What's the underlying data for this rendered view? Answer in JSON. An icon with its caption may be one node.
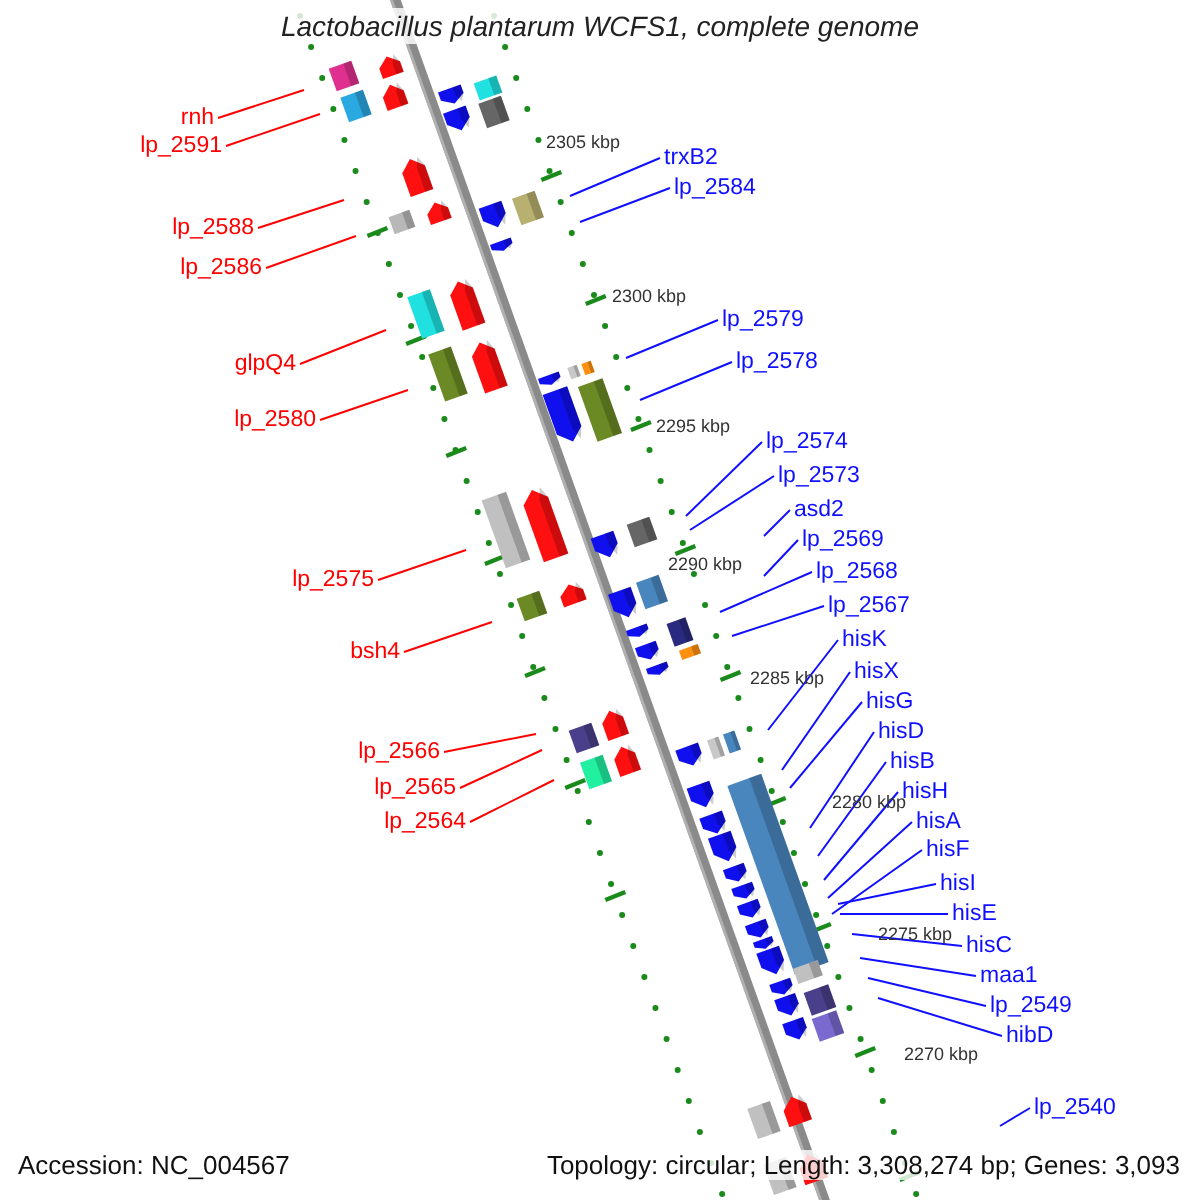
{
  "diagram": {
    "title": "Lactobacillus plantarum WCFS1, complete genome",
    "nodes": [
      {
        "text": [
          "rnh"
        ]
      },
      {
        "text": [
          "lp_2591"
        ]
      },
      {
        "text": [
          "lp_2588"
        ]
      },
      {
        "text": [
          "lp_2586"
        ]
      },
      {
        "text": [
          "glpQ4"
        ]
      },
      {
        "text": [
          "lp_2580"
        ]
      },
      {
        "text": [
          "lp_2575"
        ]
      },
      {
        "text": [
          "bsh4"
        ]
      },
      {
        "text": [
          "lp_2566"
        ]
      },
      {
        "text": [
          "lp_2565"
        ]
      },
      {
        "text": [
          "lp_2564"
        ]
      },
      {
        "text": [
          "trxB2"
        ]
      },
      {
        "text": [
          "lp_2584"
        ]
      },
      {
        "text": [
          "lp_2579"
        ]
      },
      {
        "text": [
          "lp_2578"
        ]
      },
      {
        "text": [
          "lp_2574"
        ]
      },
      {
        "text": [
          "lp_2573"
        ]
      },
      {
        "text": [
          "asd2"
        ]
      },
      {
        "text": [
          "lp_2569"
        ]
      },
      {
        "text": [
          "lp_2568"
        ]
      },
      {
        "text": [
          "lp_2567"
        ]
      },
      {
        "text": [
          "hisK"
        ]
      },
      {
        "text": [
          "hisX"
        ]
      },
      {
        "text": [
          "hisG"
        ]
      },
      {
        "text": [
          "hisD"
        ]
      },
      {
        "text": [
          "hisB"
        ]
      },
      {
        "text": [
          "hisH"
        ]
      },
      {
        "text": [
          "hisA"
        ]
      },
      {
        "text": [
          "hisF"
        ]
      },
      {
        "text": [
          "hisI"
        ]
      },
      {
        "text": [
          "hisE"
        ]
      },
      {
        "text": [
          "hisC"
        ]
      },
      {
        "text": [
          "maa1"
        ]
      },
      {
        "text": [
          "lp_2549"
        ]
      },
      {
        "text": [
          "hibD"
        ]
      },
      {
        "text": [
          "lp_2540"
        ]
      }
    ],
    "edges": [
      {
        "from": 0,
        "to": null,
        "arrow": "none",
        "color": "#ff0000"
      },
      {
        "from": 1,
        "to": null,
        "arrow": "none",
        "color": "#ff0000"
      },
      {
        "from": 2,
        "to": null,
        "arrow": "none",
        "color": "#ff0000"
      },
      {
        "from": 3,
        "to": null,
        "arrow": "none",
        "color": "#ff0000"
      },
      {
        "from": 4,
        "to": null,
        "arrow": "none",
        "color": "#ff0000"
      },
      {
        "from": 5,
        "to": null,
        "arrow": "none",
        "color": "#ff0000"
      },
      {
        "from": 6,
        "to": null,
        "arrow": "none",
        "color": "#ff0000"
      },
      {
        "from": 7,
        "to": null,
        "arrow": "none",
        "color": "#ff0000"
      },
      {
        "from": 8,
        "to": null,
        "arrow": "none",
        "color": "#ff0000"
      },
      {
        "from": 9,
        "to": null,
        "arrow": "none",
        "color": "#ff0000"
      },
      {
        "from": 10,
        "to": null,
        "arrow": "none",
        "color": "#ff0000"
      },
      {
        "from": 11,
        "to": null,
        "arrow": "none"
      },
      {
        "from": 12,
        "to": null,
        "arrow": "none"
      },
      {
        "from": 13,
        "to": null,
        "arrow": "none"
      },
      {
        "from": 14,
        "to": null,
        "arrow": "none"
      },
      {
        "from": 15,
        "to": null,
        "arrow": "none"
      },
      {
        "from": 16,
        "to": null,
        "arrow": "none"
      },
      {
        "from": 17,
        "to": null,
        "arrow": "none"
      },
      {
        "from": 18,
        "to": null,
        "arrow": "none"
      },
      {
        "from": 19,
        "to": null,
        "arrow": "none"
      },
      {
        "from": 20,
        "to": null,
        "arrow": "none"
      },
      {
        "from": 21,
        "to": null,
        "arrow": "none"
      },
      {
        "from": 22,
        "to": null,
        "arrow": "none"
      },
      {
        "from": 23,
        "to": null,
        "arrow": "none"
      },
      {
        "from": 24,
        "to": null,
        "arrow": "none"
      },
      {
        "from": 25,
        "to": null,
        "arrow": "none"
      },
      {
        "from": 26,
        "to": null,
        "arrow": "none"
      },
      {
        "from": 27,
        "to": null,
        "arrow": "none"
      },
      {
        "from": 28,
        "to": null,
        "arrow": "none"
      },
      {
        "from": 29,
        "to": null,
        "arrow": "none"
      },
      {
        "from": 30,
        "to": null,
        "arrow": "none"
      },
      {
        "from": 31,
        "to": null,
        "arrow": "none"
      },
      {
        "from": 32,
        "to": null,
        "arrow": "none"
      },
      {
        "from": 33,
        "to": null,
        "arrow": "none"
      },
      {
        "from": 34,
        "to": null,
        "arrow": "none"
      },
      {
        "from": 35,
        "to": null,
        "arrow": "none"
      }
    ],
    "labels": [
      "2305 kbp",
      "2300 kbp",
      "2295 kbp",
      "2290 kbp",
      "2285 kbp",
      "2280 kbp",
      "2275 kbp",
      "2270 kbp",
      "Accession: NC_004567",
      "Topology: circular; Length: 3,308,274 bp; Genes: 3,093"
    ]
  }
}
